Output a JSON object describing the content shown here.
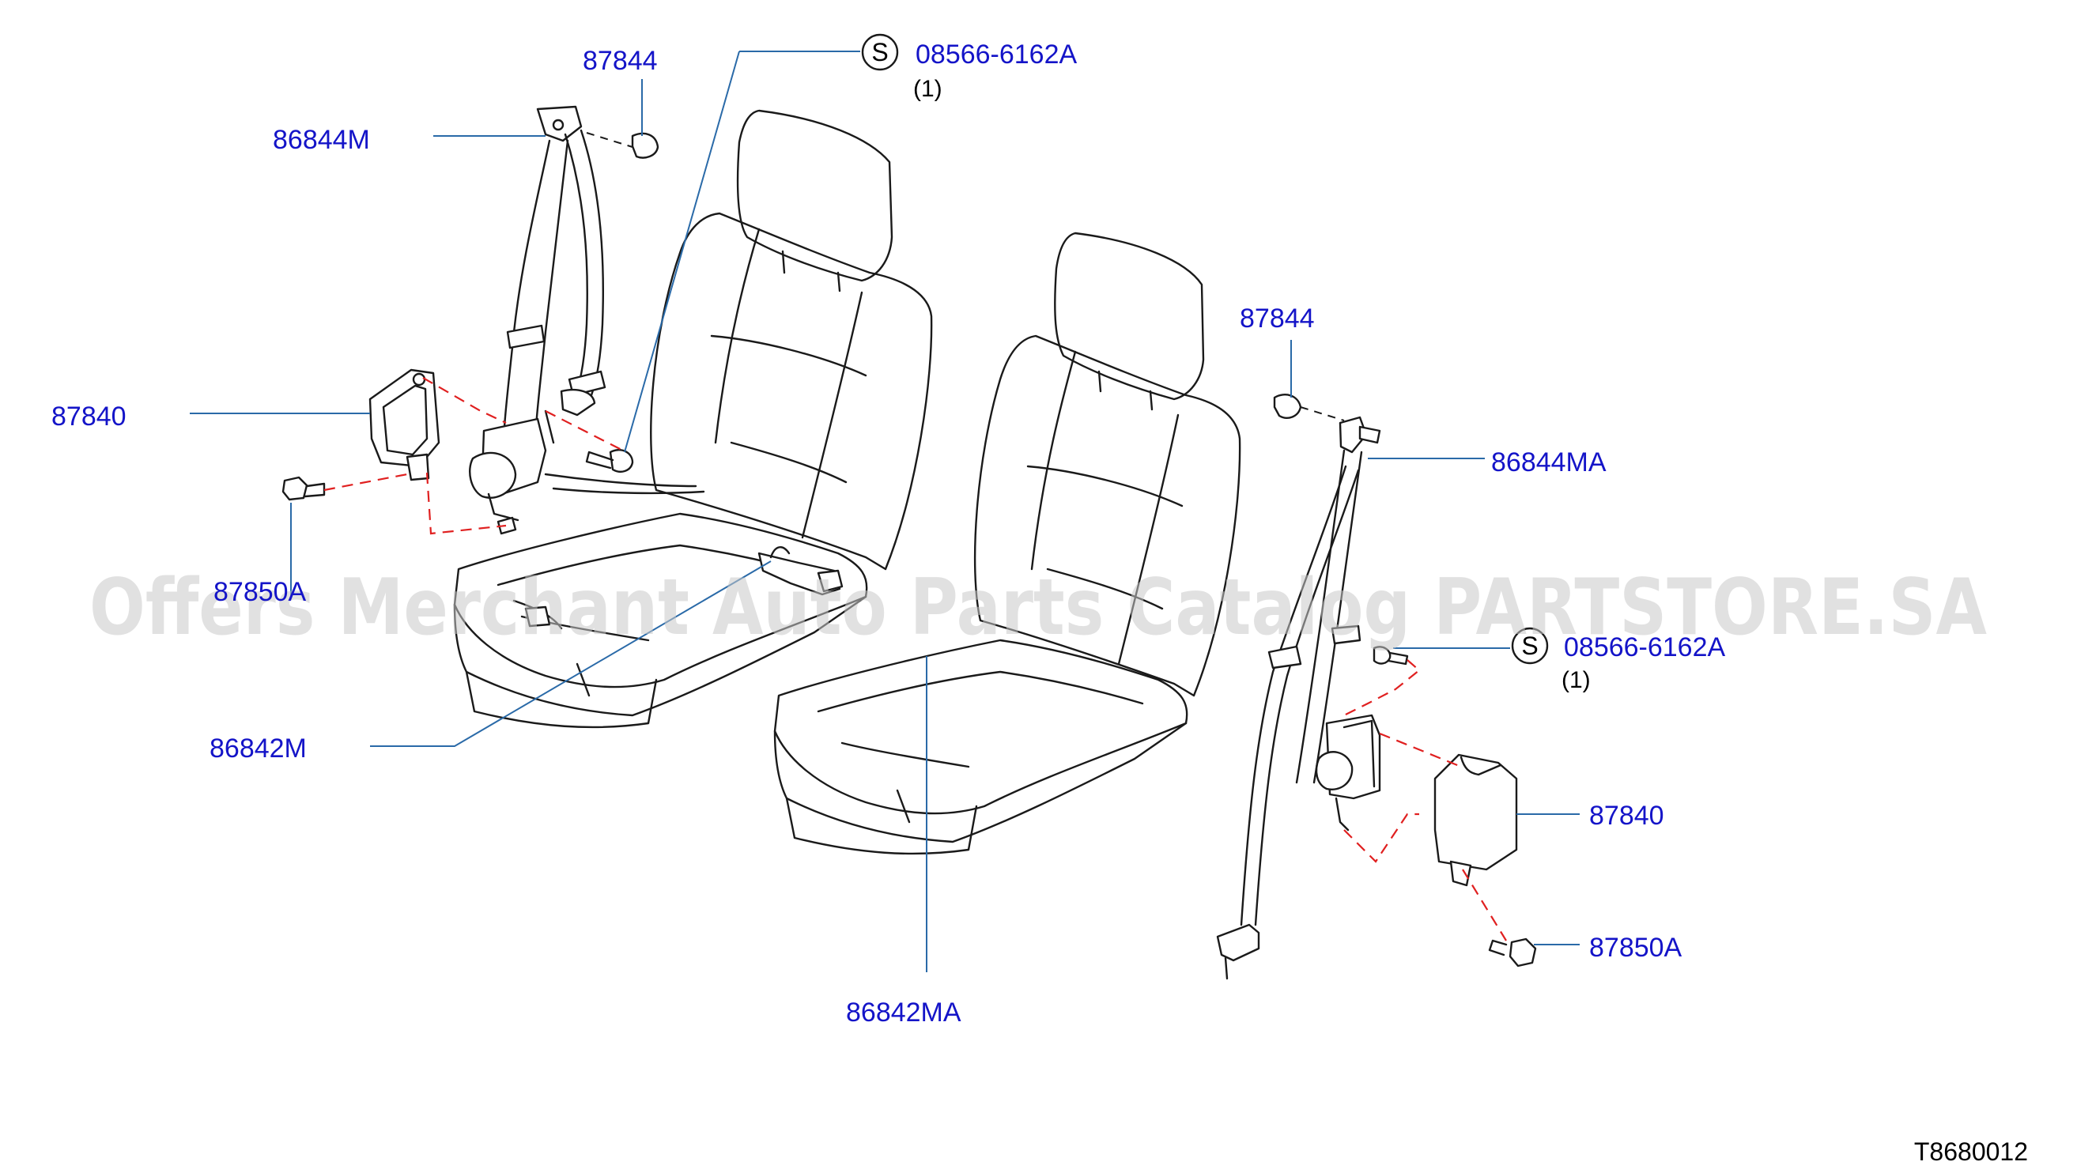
{
  "watermark": "Offers Merchant Auto Parts Catalog PARTSTORE.SA",
  "figure_code": "T8680012",
  "symbol_s": "S",
  "colors": {
    "part_label": "#1414c8",
    "leader": "#2a6aa8",
    "dashed_connector": "#e02020",
    "outline": "#1a1a1a",
    "watermark": "#c8c8c8"
  },
  "callouts": {
    "left_guide_cover": "87844",
    "left_upper_belt": "86844M",
    "left_retractor_cover": "87840",
    "left_bolt": "87850A",
    "left_buckle": "86842M",
    "center_buckle": "86842MA",
    "left_screw": "08566-6162A",
    "left_screw_qty": "(1)",
    "right_guide_cover": "87844",
    "right_upper_belt": "86844MA",
    "right_screw": "08566-6162A",
    "right_screw_qty": "(1)",
    "right_retractor_cover": "87840",
    "right_bolt": "87850A"
  }
}
